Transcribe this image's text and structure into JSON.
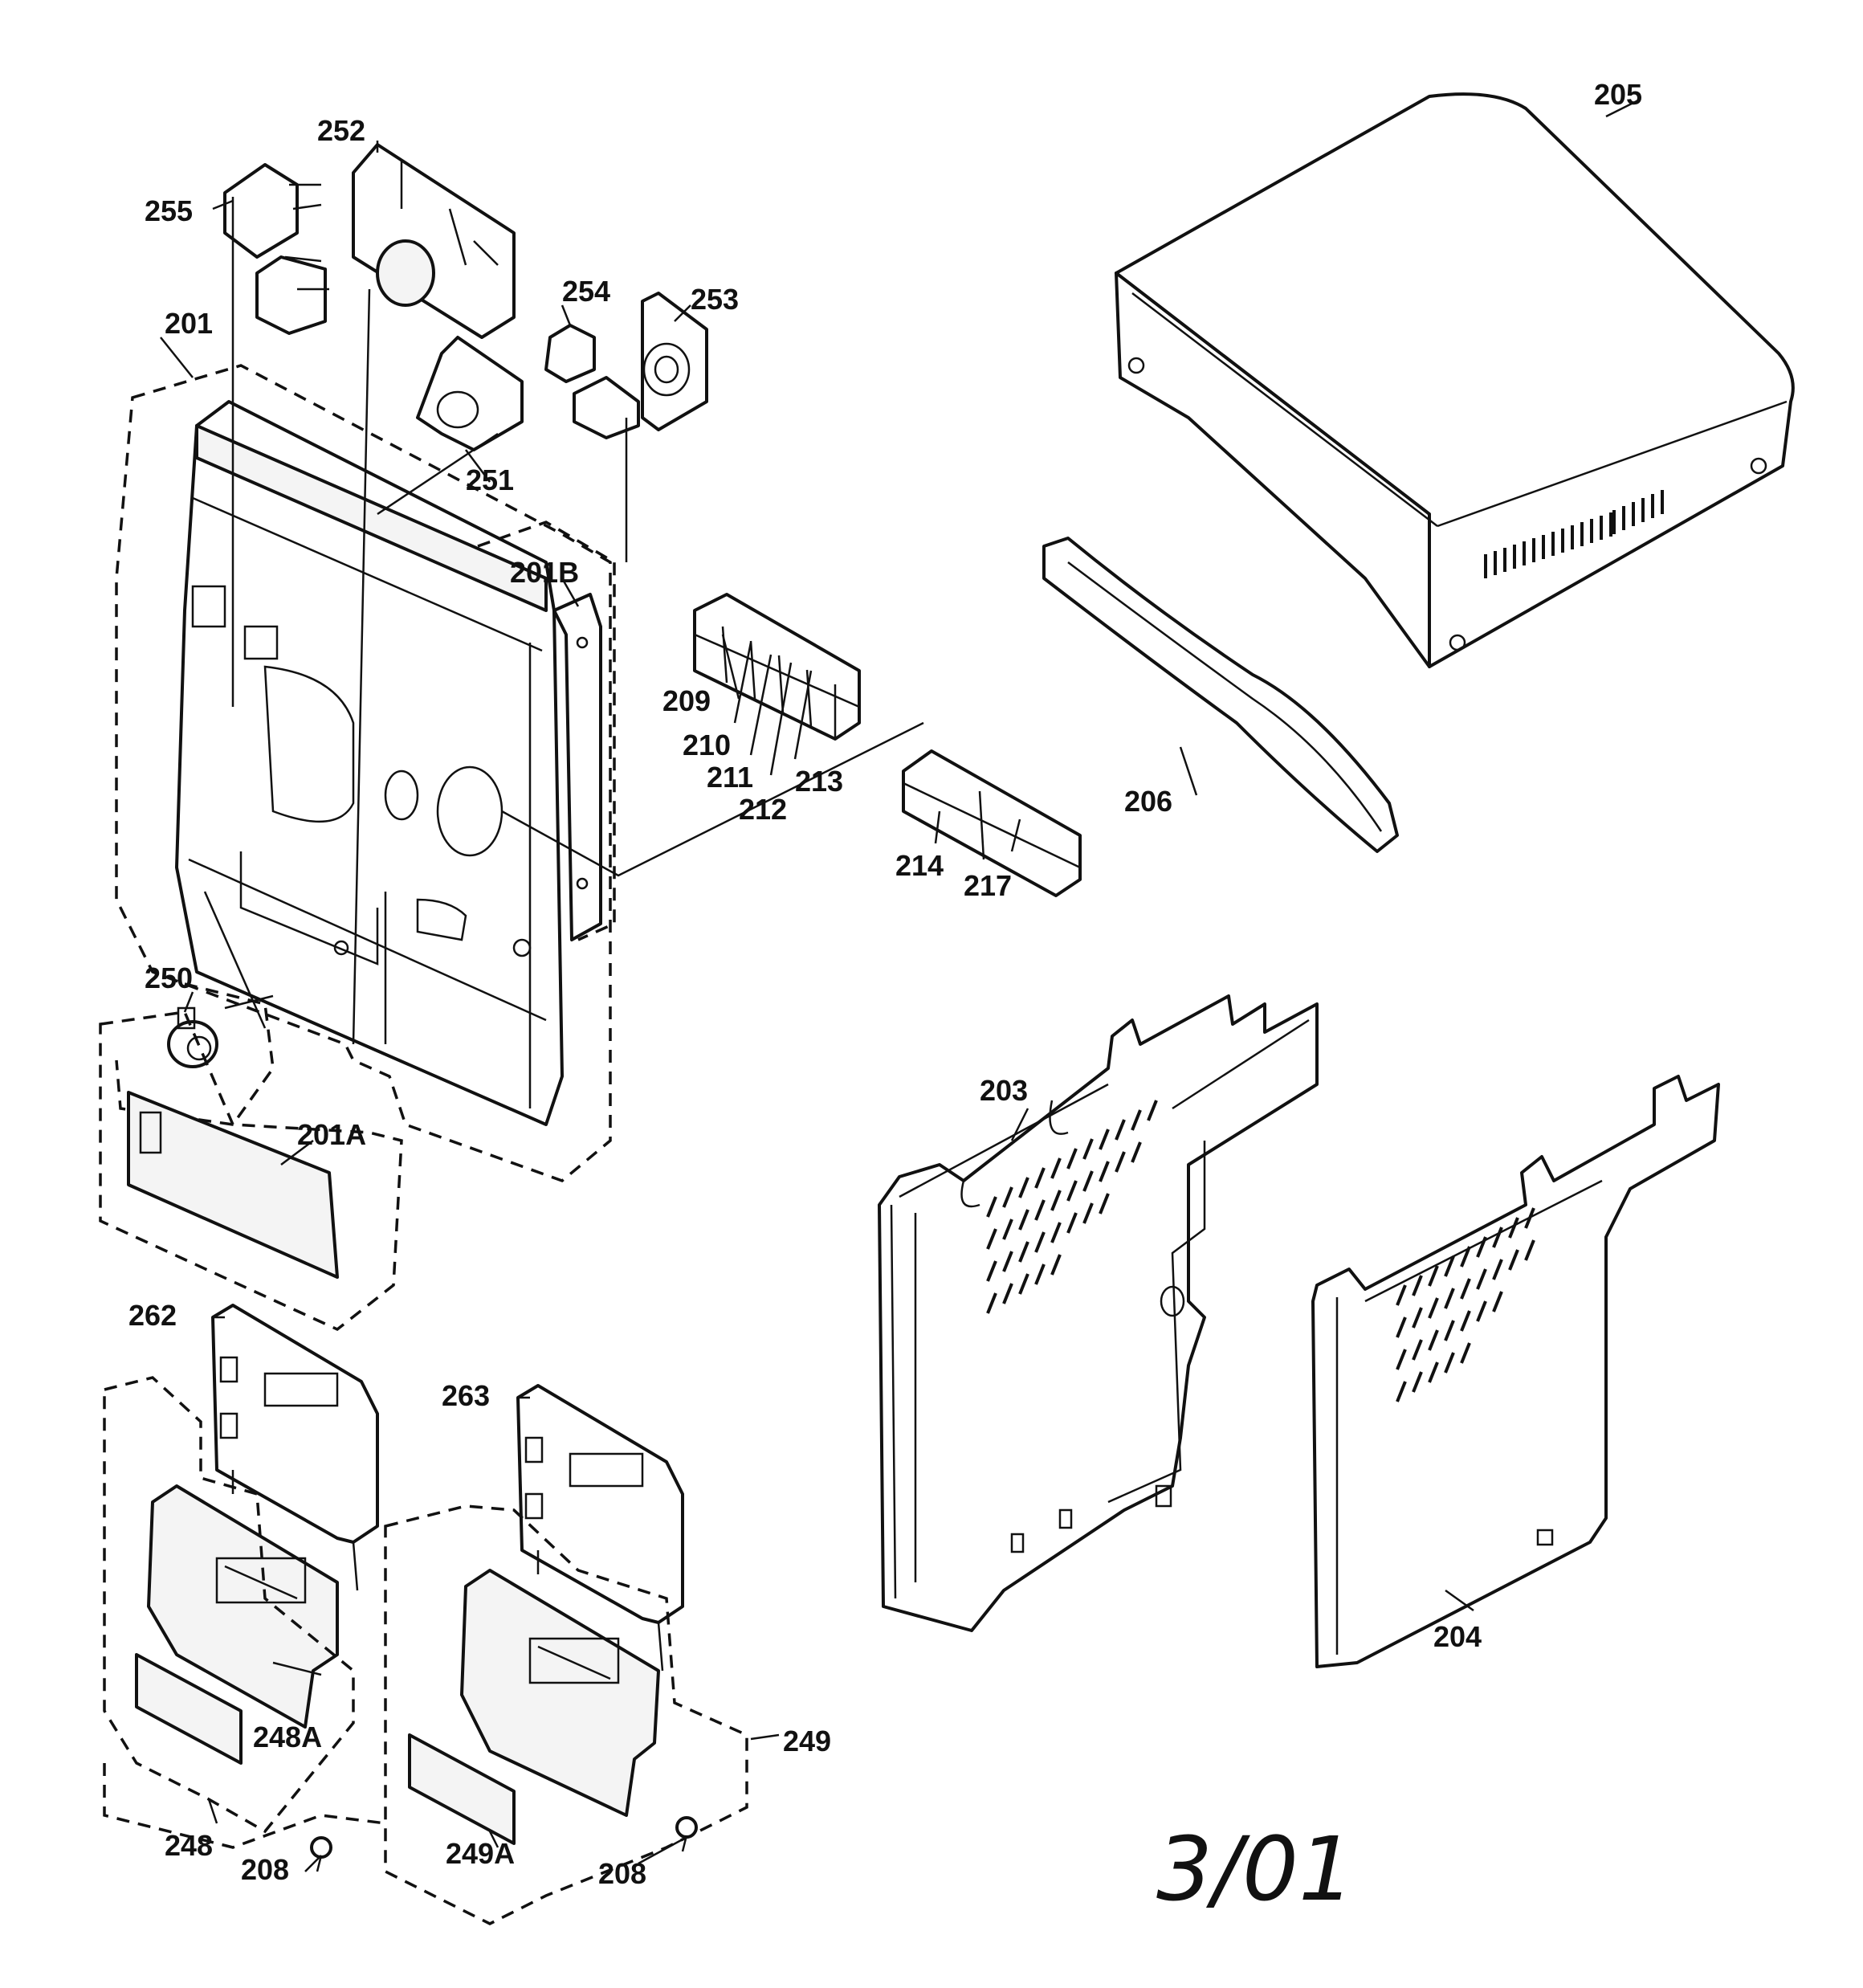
{
  "callouts": {
    "c201": "201",
    "c201A": "201A",
    "c201B": "201B",
    "c203": "203",
    "c204": "204",
    "c205": "205",
    "c206": "206",
    "c208a": "208",
    "c208b": "208",
    "c209": "209",
    "c210": "210",
    "c211": "211",
    "c212": "212",
    "c213": "213",
    "c214": "214",
    "c217": "217",
    "c248": "248",
    "c248A": "248A",
    "c249": "249",
    "c249A": "249A",
    "c250": "250",
    "c251": "251",
    "c252": "252",
    "c253": "253",
    "c254": "254",
    "c255": "255",
    "c262": "262",
    "c263": "263"
  },
  "date_mark": "3/01"
}
